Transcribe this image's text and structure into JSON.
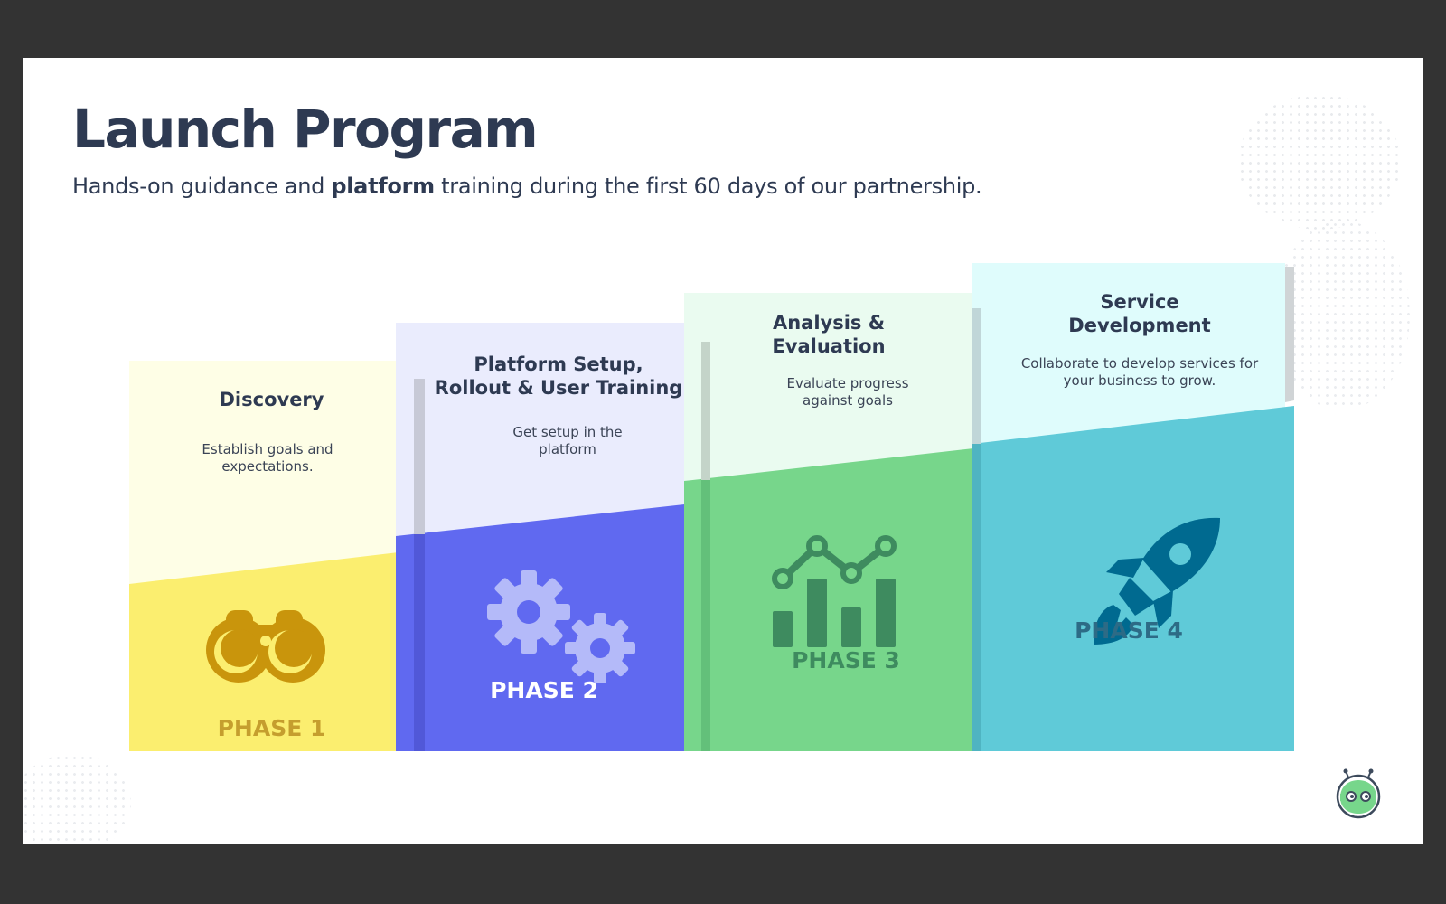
{
  "title": "Launch Program",
  "subtitle": {
    "before": "Hands-on guidance and ",
    "bold": "platform",
    "after": " training during the first 60 days of our partnership."
  },
  "phases": [
    {
      "title_line1": "Discovery",
      "title_line2": "",
      "desc_line1": "Establish goals and",
      "desc_line2": "expectations.",
      "label": "PHASE 1",
      "icon": "binoculars-icon",
      "colors": {
        "light": "#fefee6",
        "dark": "#fbee6f",
        "label": "#c59e2e",
        "icon": "#c9950c"
      }
    },
    {
      "title_line1": "Platform Setup,",
      "title_line2": "Rollout & User Training",
      "desc_line1": "Get setup in the",
      "desc_line2": "platform",
      "label": "PHASE 2",
      "icon": "gears-icon",
      "colors": {
        "light": "#eaecfd",
        "dark": "#6069f0",
        "label": "#ffffff",
        "icon": "#b4baf9"
      }
    },
    {
      "title_line1": "Analysis &",
      "title_line2": "Evaluation",
      "desc_line1": "Evaluate progress",
      "desc_line2": "against goals",
      "label": "PHASE 3",
      "icon": "bar-chart-icon",
      "colors": {
        "light": "#eafbf0",
        "dark": "#77d68b",
        "label": "#3e8b5f",
        "icon": "#3e8b5f"
      }
    },
    {
      "title_line1": "Service",
      "title_line2": "Development",
      "desc_line1": "Collaborate to develop services for",
      "desc_line2": "your business to grow.",
      "label": "PHASE 4",
      "icon": "rocket-icon",
      "colors": {
        "light": "#dffcfc",
        "dark": "#5fcad8",
        "label": "#2d6b86",
        "icon": "#006a90"
      }
    }
  ],
  "logo": {
    "icon": "robot-mascot-icon",
    "color": "#77d68b"
  }
}
